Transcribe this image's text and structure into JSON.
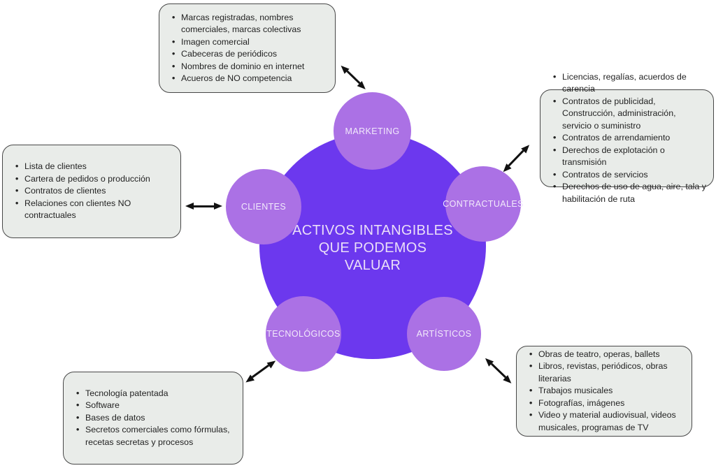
{
  "diagram": {
    "center": {
      "line1": "ACTIVOS INTANGIBLES",
      "line2": "QUE PODEMOS",
      "line3": "VALUAR"
    },
    "satellites": [
      {
        "id": "marketing",
        "label": "MARKETING"
      },
      {
        "id": "contractuales",
        "label": "CONTRACTUALES"
      },
      {
        "id": "clientes",
        "label": "CLIENTES"
      },
      {
        "id": "tecnologicos",
        "label": "TECNOLÓGICOS"
      },
      {
        "id": "artisticos",
        "label": "ARTÍSTICOS"
      }
    ],
    "boxes": {
      "marketing": {
        "items": [
          "Marcas registradas, nombres comerciales, marcas colectivas",
          "Imagen comercial",
          "Cabeceras de periódicos",
          "Nombres de dominio en internet",
          "Acueros de NO competencia"
        ]
      },
      "contractuales": {
        "items": [
          "Licencias, regalías, acuerdos de carencia",
          "Contratos de publicidad, Construcción, administración, servicio o suministro",
          "Contratos de arrendamiento",
          "Derechos de explotación o transmisión",
          "Contratos de servicios",
          "Derechos de uso de agua, aire, tala y habilitación de ruta"
        ]
      },
      "clientes": {
        "items": [
          "Lista de clientes",
          "Cartera de pedidos o producción",
          "Contratos de clientes",
          "Relaciones con clientes NO contractuales"
        ]
      },
      "tecnologicos": {
        "items": [
          "Tecnología patentada",
          "Software",
          "Bases de datos",
          "Secretos comerciales como fórmulas, recetas secretas y procesos"
        ]
      },
      "artisticos": {
        "items": [
          "Obras de teatro, operas, ballets",
          "Libros, revistas, periódicos, obras literarias",
          "Trabajos musicales",
          "Fotografías, imágenes",
          "Video y material audiovisual, videos musicales, programas de TV"
        ]
      }
    }
  },
  "colors": {
    "canvas_bg": "#ffffff",
    "center_circle": "#6c38ee",
    "center_text": "#eadef8",
    "satellite_circle": "#ab71e5",
    "circle_text": "#f2eafb",
    "box_bg": "#e9ece9",
    "box_border": "#474747",
    "bullet_text": "#232323",
    "arrow": "#111111"
  }
}
